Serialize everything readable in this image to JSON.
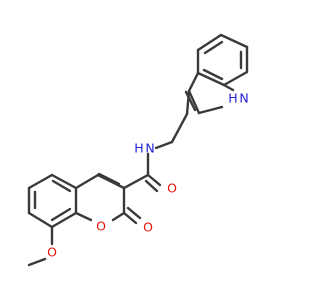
{
  "atoms": {
    "indole_h": "H",
    "indole_n": "N",
    "amide_h": "H",
    "amide_n": "N",
    "amide_o": "O",
    "ring_o": "O",
    "lactone_o": "O",
    "methoxy_o": "O"
  },
  "colors": {
    "bond": "#3a3a3a",
    "nitrogen": "#1f1fd6",
    "oxygen": "#e8140c",
    "background": "#ffffff"
  }
}
